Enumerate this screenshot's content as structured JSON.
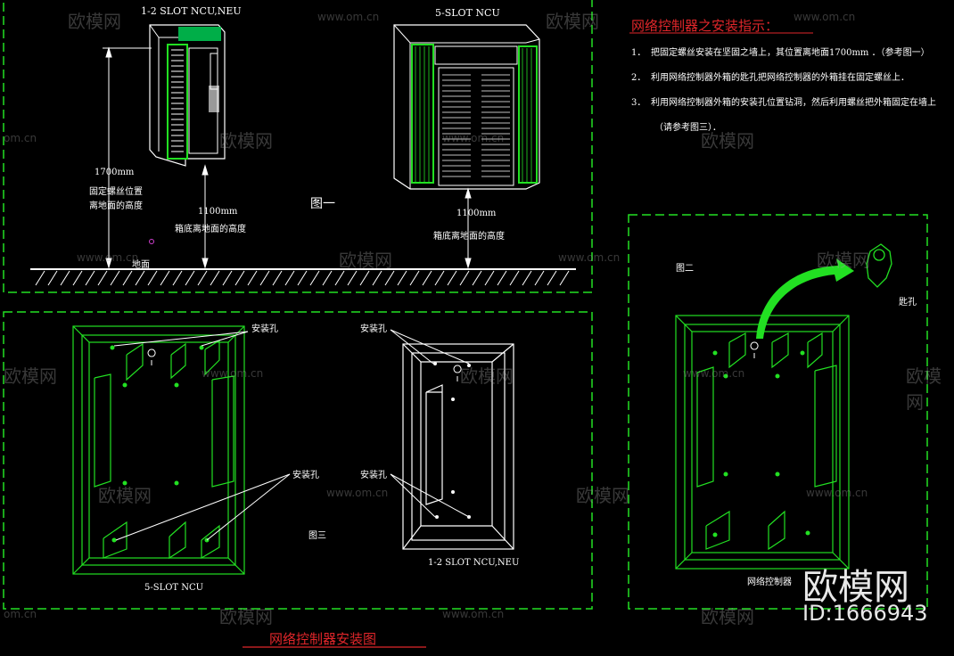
{
  "top_fig": {
    "cab1_title": "1-2 SLOT NCU,NEU",
    "cab2_title": "5-SLOT NCU",
    "fig1_label": "图一",
    "left_height": "1700mm",
    "left_note1": "固定螺丝位置",
    "left_note2": "离地面的高度",
    "mid_height": "1100mm",
    "mid_note": "箱底离地面的高度",
    "right_height": "1100mm",
    "right_note": "箱底离地面的高度",
    "ground": "地面"
  },
  "instructions": {
    "title": "网络控制器之安装指示：",
    "items": [
      {
        "num": "1．",
        "text": "把固定螺丝安装在坚固之墙上，其位置离地面1700mm ．（参考图一）"
      },
      {
        "num": "2．",
        "text": "利用网络控制器外箱的匙孔把网络控制器的外箱挂在固定螺丝上．"
      },
      {
        "num": "3．",
        "text": "利用网络控制器外箱的安装孔位置钻洞，然后利用螺丝把外箱固定在墙上"
      }
    ],
    "cont": "（请参考图三）．"
  },
  "fig3": {
    "label": "图三",
    "hole1": "安装孔",
    "hole2": "安装孔",
    "hole3": "安装孔",
    "hole4": "安装孔",
    "caption_left": "5-SLOT NCU",
    "caption_right": "1-2 SLOT NCU,NEU"
  },
  "fig2": {
    "label": "图二",
    "keyhole": "匙孔",
    "caption": "网络控制器"
  },
  "footer": {
    "title": "网络控制器安装图"
  },
  "watermarks": {
    "brand": "欧模网",
    "site": "www.om.cn",
    "site_short": "om.cn",
    "id": "ID:1666943"
  },
  "colors": {
    "green": "#22e022",
    "white": "#ffffff",
    "red": "#e0262a",
    "magenta": "#d040d0"
  }
}
